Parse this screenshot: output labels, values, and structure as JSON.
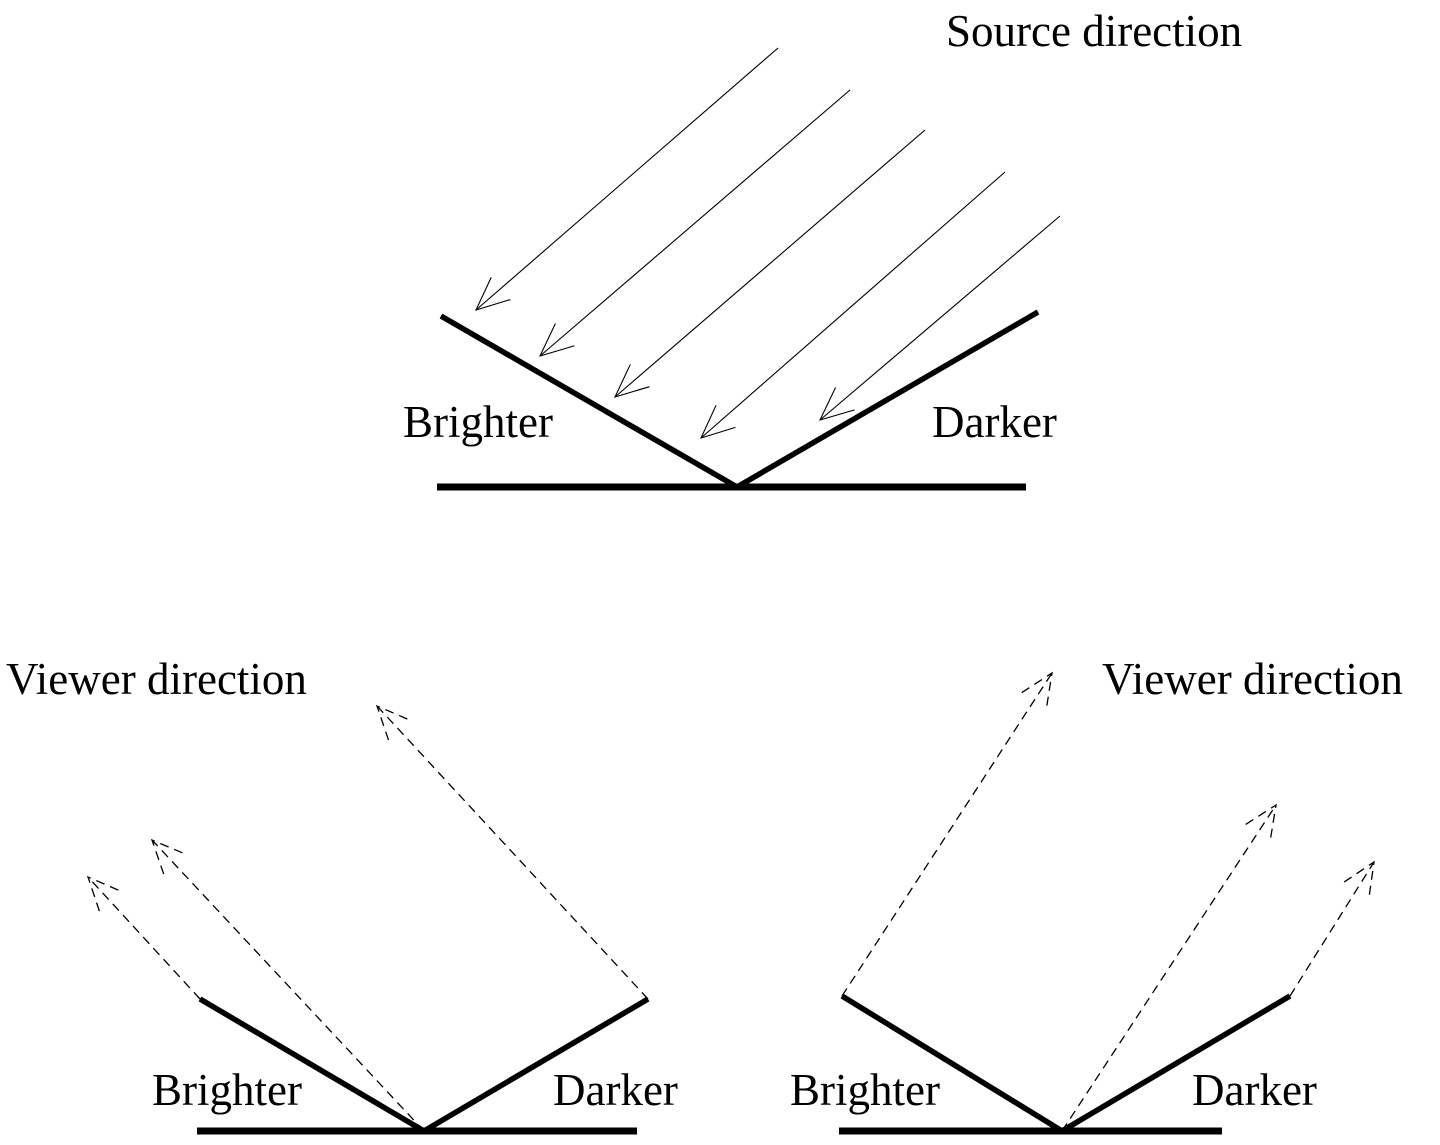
{
  "colors": {
    "ink": "#000000",
    "background": "#ffffff"
  },
  "panels": {
    "source": {
      "title": "Source direction",
      "left_label": "Brighter",
      "right_label": "Darker",
      "arrow_count": 5,
      "arrow_style": "solid"
    },
    "viewer_left": {
      "title": "Viewer direction",
      "left_label": "Brighter",
      "right_label": "Darker",
      "arrow_count": 3,
      "arrow_style": "dashed"
    },
    "viewer_right": {
      "title": "Viewer direction",
      "left_label": "Brighter",
      "right_label": "Darker",
      "arrow_count": 3,
      "arrow_style": "dashed"
    }
  }
}
